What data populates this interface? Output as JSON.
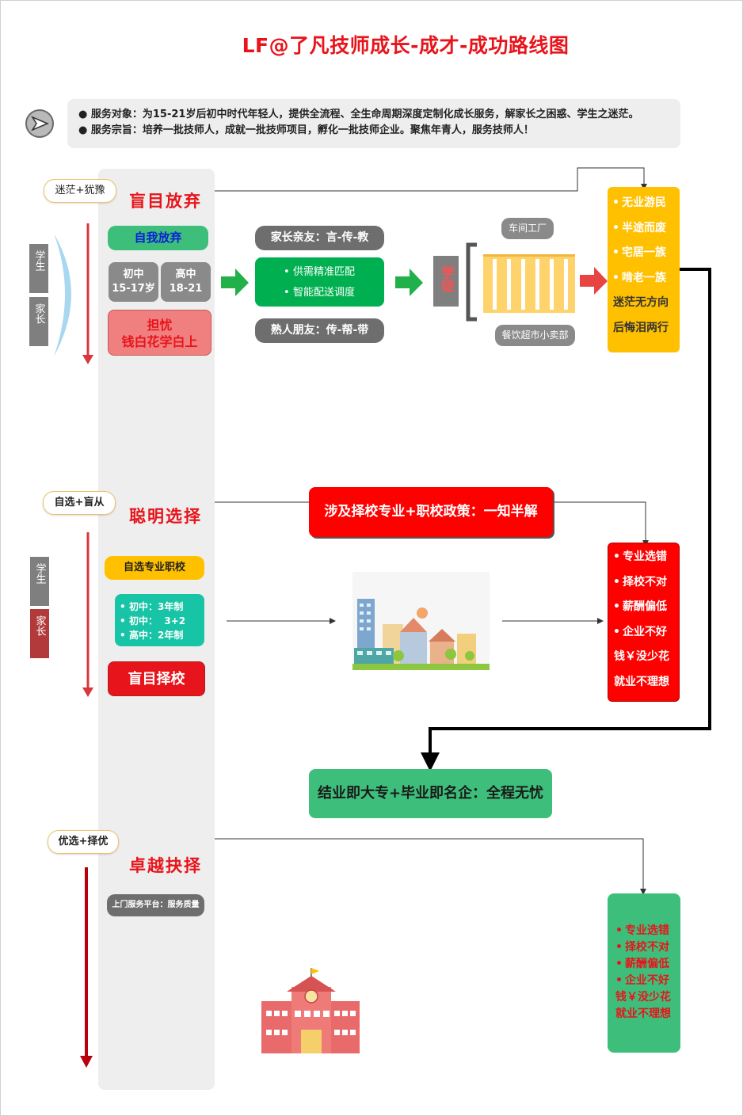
{
  "title": "LF@了凡技师成长-成才-成功路线图",
  "info": {
    "line1": "● 服务对象：为15-21岁后初中时代年轻人，提供全流程、全生命周期深度定制化成长服务，解家长之困惑、学生之迷茫。",
    "line2": "● 服务宗旨：培养一批技师人，成就一批技师项目，孵化一批技师企业。聚焦年青人，服务技师人！"
  },
  "section1": {
    "tag": "迷茫+犹豫",
    "head": "盲目放弃",
    "vtag_student": "学生",
    "vtag_parent": "家长",
    "self_abandon": "自我放弃",
    "junior_title": "初中",
    "junior_age": "15-17岁",
    "senior_title": "高中",
    "senior_age": "18-21",
    "worry_l1": "担忧",
    "worry_l2": "钱白花学白上",
    "family_friends": "家长亲友：言-传-教",
    "green_items": [
      "供需精准匹配",
      "智能配送调度"
    ],
    "acquaintances": "熟人朋友：传-帮-带",
    "apprentice": "学徒",
    "workshop": "车间工厂",
    "catering": "餐饮超市小卖部",
    "outcomes": [
      "无业游民",
      "半途而废",
      "宅居一族",
      "啃老一族"
    ],
    "outcome_extra": [
      "迷茫无方向",
      "后悔泪两行"
    ]
  },
  "section2": {
    "tag": "自选+盲从",
    "head": "聪明选择",
    "vtag_student": "学生",
    "vtag_parent": "家长",
    "self_select": "自选专业职校",
    "school_items": [
      "初中：3年制",
      "初中：  3+2",
      "高中：2年制"
    ],
    "blind_school": "盲目择校",
    "policy": "涉及择校专业+职校政策：一知半解",
    "outcomes": [
      "专业选错",
      "择校不对",
      "薪酬偏低",
      "企业不好"
    ],
    "outcome_extra": [
      "钱￥没少花",
      "就业不理想"
    ],
    "graduation": "结业即大专+毕业即名企：全程无忧"
  },
  "section3": {
    "tag": "优选+择优",
    "head": "卓越抉择",
    "platform": "上门服务平台：服务质量",
    "outcomes": [
      "专业选错",
      "择校不对",
      "薪酬偏低",
      "企业不好",
      "钱￥没少花",
      "就业不理想"
    ]
  },
  "colors": {
    "red": "#e8141b",
    "green": "#00b050",
    "mint": "#3dbf7b",
    "gold": "#ffc000",
    "teal": "#17c4a6",
    "gray_box": "#6e6e6e",
    "pink": "#f08080"
  },
  "icons": [
    "play-arrow-icon",
    "green-arrow-icon",
    "red-arrow-icon",
    "city-illustration-icon",
    "school-building-icon",
    "shelf-icon"
  ]
}
